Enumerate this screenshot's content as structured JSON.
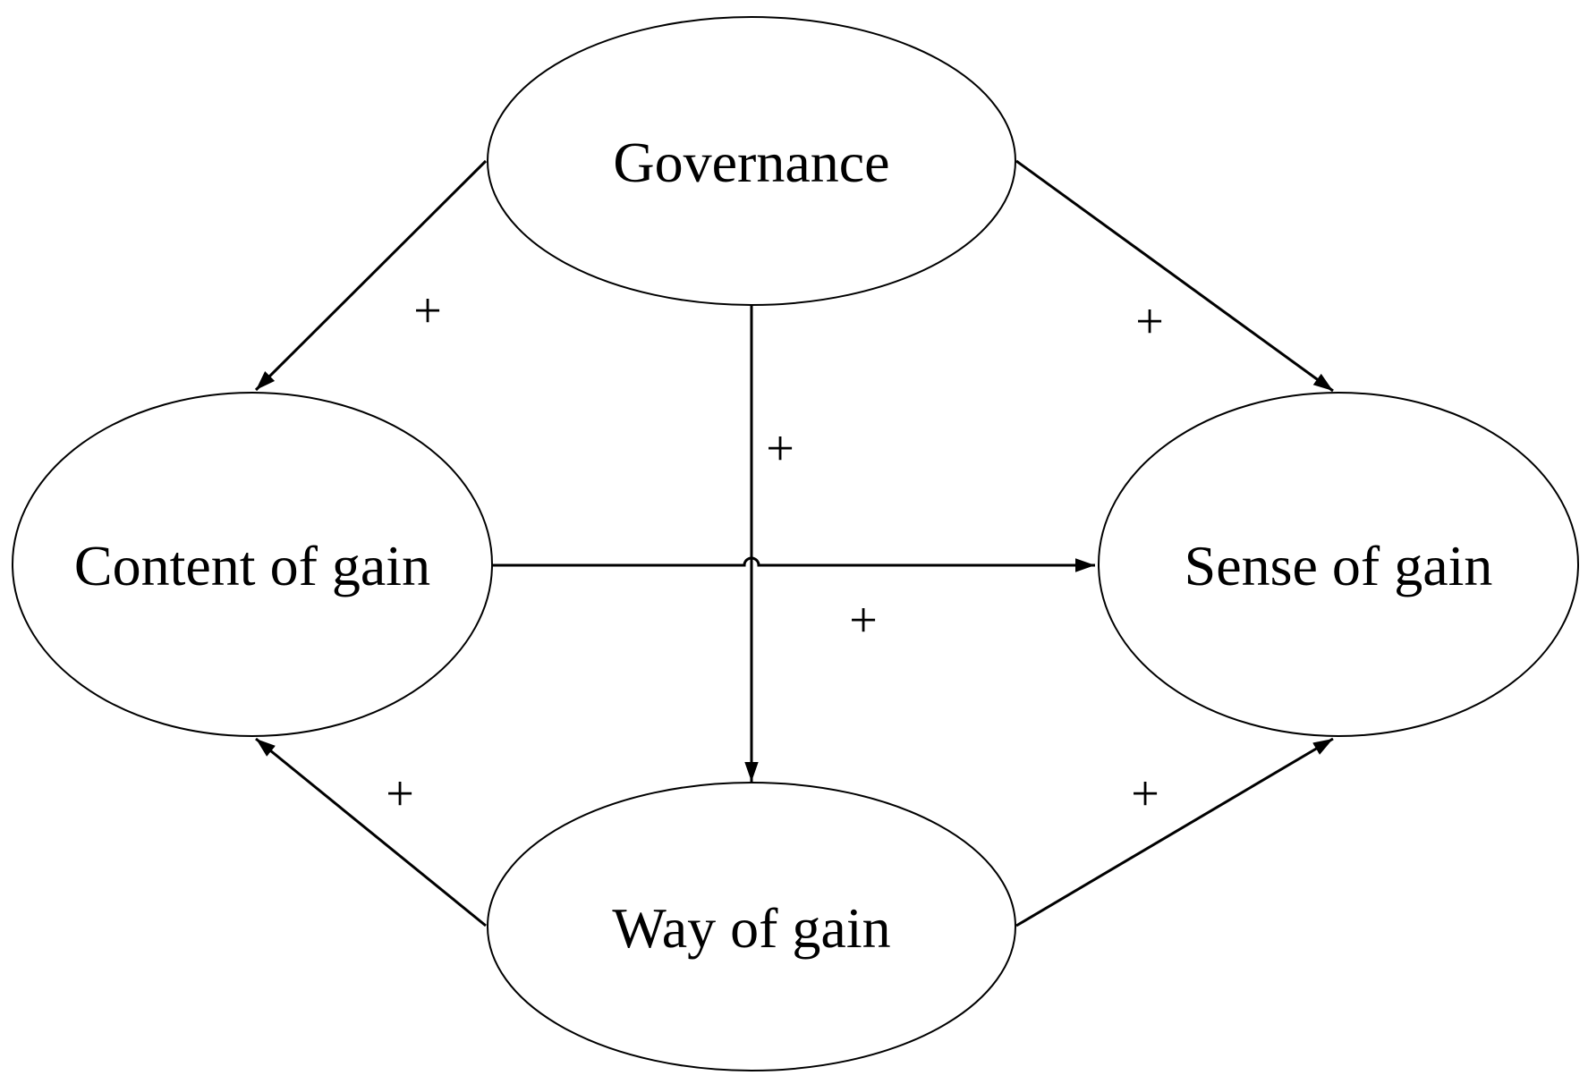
{
  "nodes": {
    "governance": {
      "label": "Governance"
    },
    "content_of_gain": {
      "label": "Content of gain"
    },
    "sense_of_gain": {
      "label": "Sense of gain"
    },
    "way_of_gain": {
      "label": "Way of gain"
    }
  },
  "edges": {
    "governance_to_content": {
      "sign": "+"
    },
    "governance_to_sense": {
      "sign": "+"
    },
    "governance_to_way": {
      "sign": "+"
    },
    "content_to_sense": {
      "sign": "+"
    },
    "way_to_content": {
      "sign": "+"
    },
    "way_to_sense": {
      "sign": "+"
    }
  },
  "colors": {
    "stroke": "#000000",
    "background": "#ffffff"
  }
}
